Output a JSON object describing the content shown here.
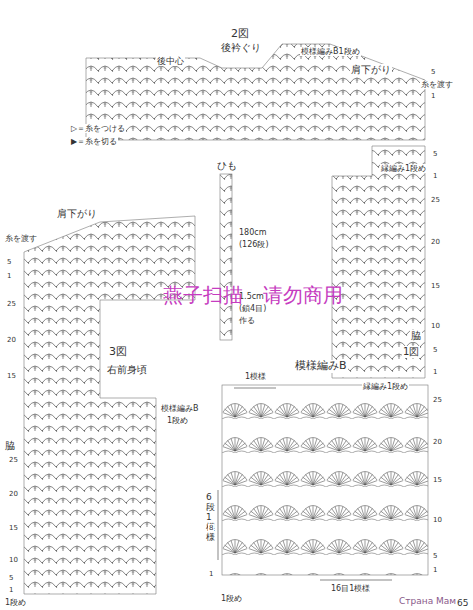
{
  "diagram": {
    "labels": [
      "2図",
      "後衿ぐり",
      "後中心",
      "模様編みB1段め",
      "肩下がり",
      "糸を渡す",
      "▷＝糸をつける",
      "▶＝糸を切る",
      "ひも",
      "180cm",
      "(126段)",
      "1.5cm",
      "(鎖4目)",
      "作る",
      "肩下がり",
      "糸を渡す",
      "燕子扫描　请勿商用",
      "脇",
      "1図",
      "縁編み1段め",
      "縁編み1段め",
      "3図",
      "右前身頃",
      "脇",
      "模様編みB",
      "1段め",
      "模様編みB",
      "1模様",
      "6段1模様",
      "16目1模様",
      "1段め",
      "1段め",
      "Страна Мам",
      "65",
      "5",
      "1",
      "5",
      "1",
      "25",
      "20",
      "15",
      "10",
      "5",
      "1",
      "5",
      "1",
      "25",
      "20",
      "15",
      "25",
      "20",
      "15",
      "10",
      "5",
      "1",
      "25",
      "20",
      "15",
      "10",
      "5",
      "1",
      "8",
      "1"
    ]
  }
}
